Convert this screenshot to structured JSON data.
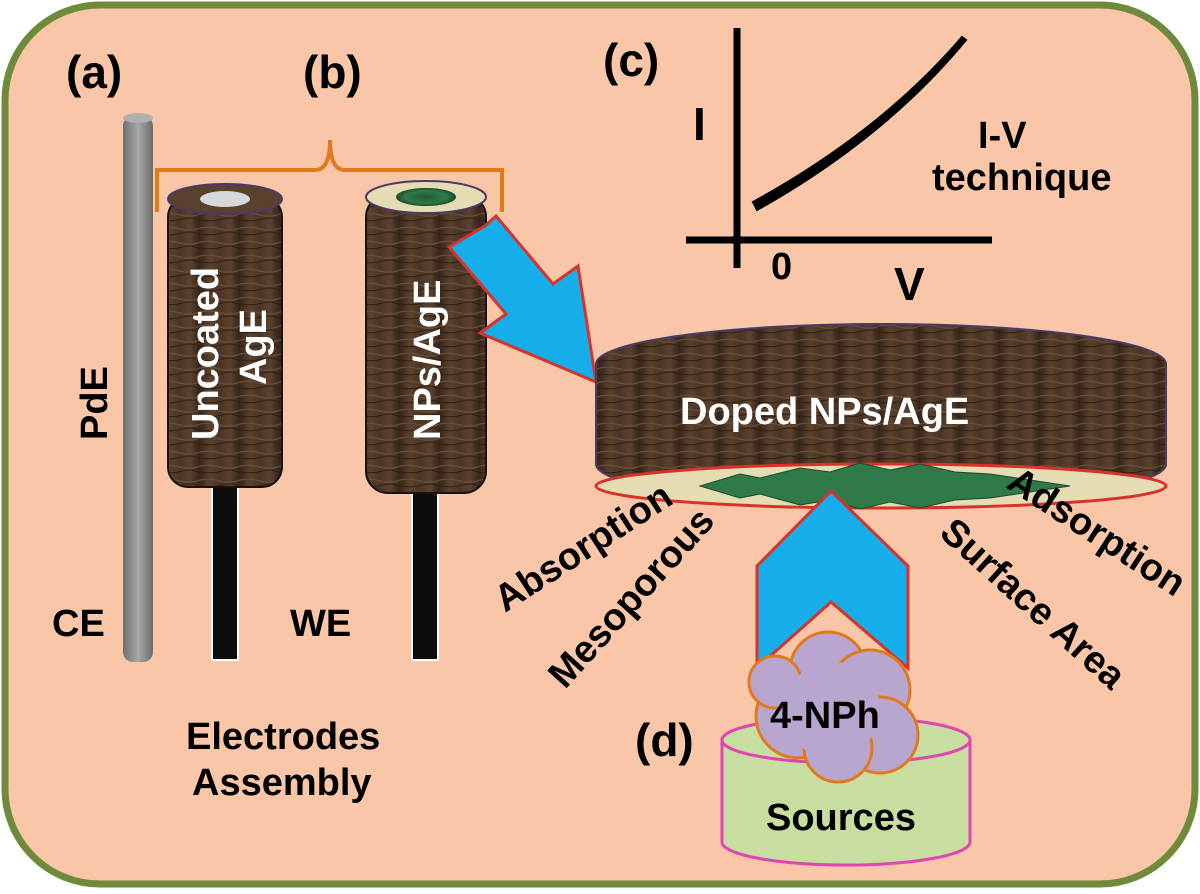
{
  "panel_labels": {
    "a": "(a)",
    "b": "(b)",
    "c": "(c)",
    "d": "(d)"
  },
  "electrodes": {
    "pde": "PdE",
    "uncoated_line1": "Uncoated",
    "uncoated_line2": "AgE",
    "coated": "NPs/AgE",
    "ce": "CE",
    "we": "WE",
    "assembly_line1": "Electrodes",
    "assembly_line2": "Assembly"
  },
  "iv_plot": {
    "y_axis": "I",
    "x_axis": "V",
    "origin": "0",
    "caption_line1": "I-V",
    "caption_line2": "technique"
  },
  "doped_disk": {
    "label": "Doped NPs/AgE",
    "properties": [
      "Absorption",
      "Mesoporous",
      "Surface Area",
      "Adsorption"
    ]
  },
  "source": {
    "analyte": "4-NPh",
    "container": "Sources"
  },
  "colors": {
    "background": "#f9c6a8",
    "border": "#6f8a3a",
    "wood": "#4a3424",
    "arrow_fill": "#16aeea",
    "arrow_stroke": "#d8332a",
    "brace": "#e07a1c",
    "cloud": "#b9a6cf",
    "container": "#c8dea0",
    "container_stroke": "#e045b4",
    "rod": "#8a8a8a"
  }
}
